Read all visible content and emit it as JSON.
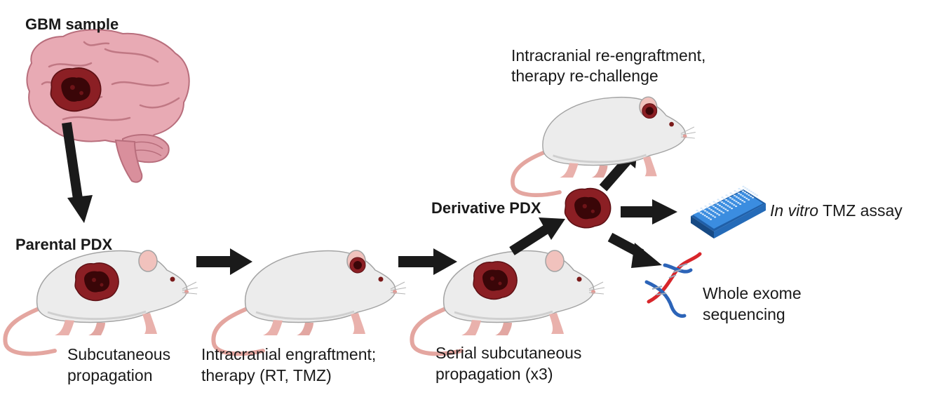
{
  "labels": {
    "gbm_sample": "GBM sample",
    "parental_pdx": "Parental PDX",
    "derivative_pdx": "Derivative PDX",
    "subcutaneous_line1": "Subcutaneous",
    "subcutaneous_line2": "propagation",
    "intracranial_line1": "Intracranial engraftment;",
    "intracranial_line2": "therapy (RT, TMZ)",
    "serial_line1": "Serial subcutaneous",
    "serial_line2": "propagation (x3)",
    "reengraft_line1": "Intracranial re-engraftment,",
    "reengraft_line2": "therapy re-challenge",
    "invitro_italic": "In vitro",
    "invitro_rest": " TMZ assay",
    "wes_line1": "Whole exome",
    "wes_line2": "sequencing"
  },
  "icons": [
    "brain-icon",
    "tumor-icon",
    "mouse-icon",
    "well-plate-icon",
    "dna-icon",
    "arrow-icon"
  ],
  "colors": {
    "brain": "#e8aab4",
    "brain_outline": "#b86e7c",
    "tumor_outer": "#8b1f24",
    "tumor_inner": "#3a0608",
    "mouse_body": "#ececec",
    "mouse_outline": "#9a9a9a",
    "mouse_pink": "#f1b9b4",
    "arrow": "#1a1a1a",
    "plate": "#2d7fd0",
    "dna_red": "#d8262b",
    "dna_blue": "#2c64b8"
  }
}
